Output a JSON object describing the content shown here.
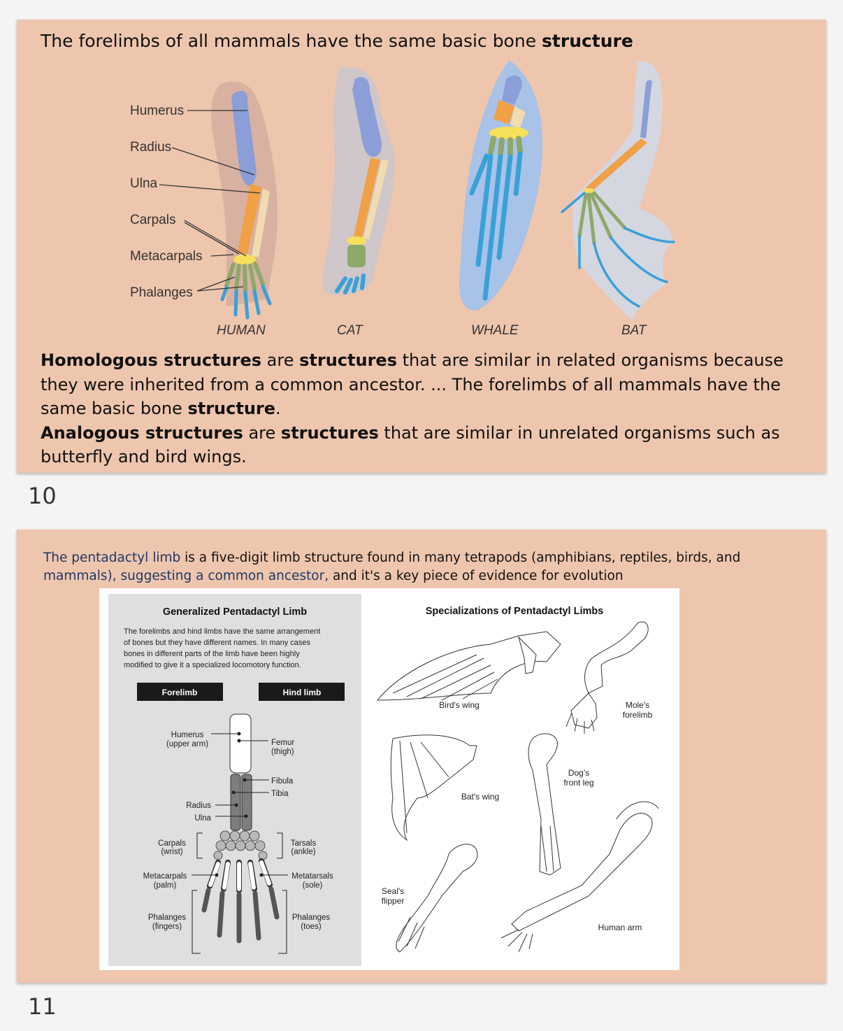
{
  "slide10": {
    "title_pre": "The forelimbs of all mammals have the same basic bone ",
    "title_bold": "structure",
    "figure": {
      "bone_labels": [
        "Humerus",
        "Radius",
        "Ulna",
        "Carpals",
        "Metacarpals",
        "Phalanges"
      ],
      "animals": [
        "HUMAN",
        "CAT",
        "WHALE",
        "BAT"
      ]
    },
    "para1": {
      "b1": "Homologous structures",
      "t1": " are ",
      "b2": "structures",
      "t2": " that are similar in related organisms because they were inherited from a common ancestor. ... The forelimbs of all mammals have the same basic bone ",
      "b3": "structure",
      "t3": "."
    },
    "para2": {
      "b1": "Analogous structures",
      "t1": " are ",
      "b2": "structures",
      "t2": " that are similar in unrelated organisms such as butterfly and bird wings."
    },
    "number": "10"
  },
  "slide11": {
    "intro": {
      "blue1": "The pentadactyl limb",
      "t1": " is a five-digit limb structure found in many tetrapods (amphibians, reptiles, birds, and ",
      "blue2": "mammals), suggesting a common ancestor,",
      "t2": " and it's a key piece of evidence for evolution"
    },
    "left_panel": {
      "title": "Generalized Pentadactyl Limb",
      "desc_lines": [
        "The forelimbs and hind limbs have the same arrangement",
        "of bones but they have different names. In many cases",
        "bones in different parts of the limb have been highly",
        "modified to give it a specialized locomotory function."
      ],
      "forelimb_label": "Forelimb",
      "hindlimb_label": "Hind limb",
      "labels": {
        "humerus": "Humerus",
        "humerus_sub": "(upper arm)",
        "femur": "Femur",
        "femur_sub": "(thigh)",
        "fibula": "Fibula",
        "tibia": "Tibia",
        "radius": "Radius",
        "ulna": "Ulna",
        "carpals": "Carpals",
        "carpals_sub": "(wrist)",
        "tarsals": "Tarsals",
        "tarsals_sub": "(ankle)",
        "metacarpals": "Metacarpals",
        "metacarpals_sub": "(palm)",
        "metatarsals": "Metatarsals",
        "metatarsals_sub": "(sole)",
        "phalanges_l": "Phalanges",
        "phalanges_l_sub": "(fingers)",
        "phalanges_r": "Phalanges",
        "phalanges_r_sub": "(toes)"
      }
    },
    "right_panel": {
      "title": "Specializations of Pentadactyl Limbs",
      "birds_wing": "Bird's wing",
      "moles_forelimb_1": "Mole's",
      "moles_forelimb_2": "forelimb",
      "bats_wing": "Bat's wing",
      "dogs_leg_1": "Dog's",
      "dogs_leg_2": "front leg",
      "seals_flipper_1": "Seal's",
      "seals_flipper_2": "flipper",
      "human_arm": "Human arm"
    },
    "number": "11"
  },
  "colors": {
    "slide_bg": "#eec6ae",
    "humerus": "#8b9ed8",
    "radius": "#f0a045",
    "ulna": "#f0dcb0",
    "carpals": "#f7e05a",
    "metacarpals": "#8ea86a",
    "phalanges": "#3aa0d8"
  }
}
